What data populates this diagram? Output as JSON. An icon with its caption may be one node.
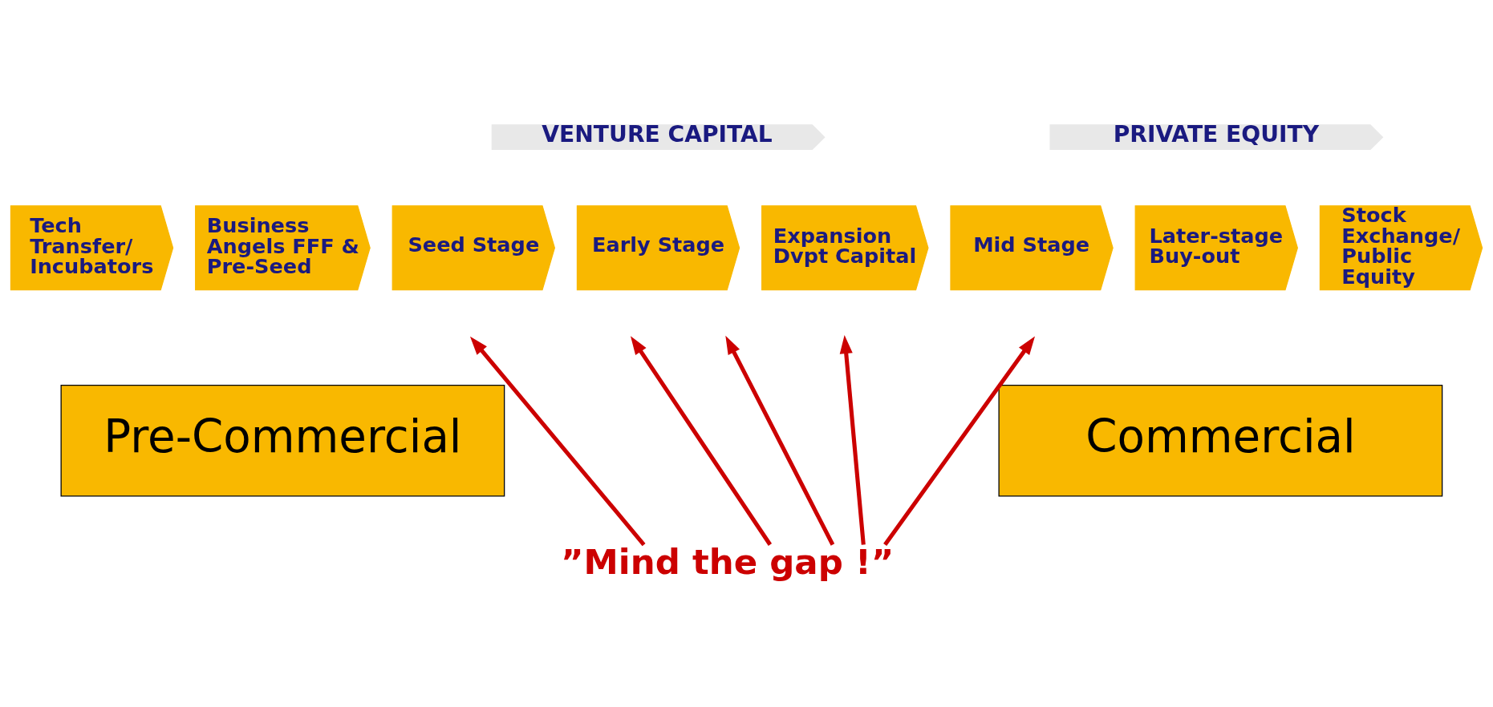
{
  "diagram": {
    "nodes": [
      {
        "text": [
          "Tech Transfer/ Incubators"
        ]
      },
      {
        "text": [
          "Business Angels FFF & Pre-Seed"
        ]
      },
      {
        "text": [
          "Seed Stage"
        ]
      },
      {
        "text": [
          "Early Stage"
        ]
      },
      {
        "text": [
          "Expansion Dvpt Capital"
        ]
      },
      {
        "text": [
          "Mid Stage"
        ]
      },
      {
        "text": [
          "Later-stage Buy-out"
        ]
      },
      {
        "text": [
          "Stock Exchange/ Public Equity"
        ]
      },
      {
        "text": [
          "VENTURE CAPITAL"
        ]
      },
      {
        "text": [
          "PRIVATE EQUITY"
        ]
      },
      {
        "text": [
          "Pre-Commercial"
        ]
      },
      {
        "text": [
          "Commercial"
        ]
      },
      {
        "text": [
          "”Mind the gap !”"
        ]
      }
    ],
    "edges": [
      {
        "from": 12,
        "to": null,
        "arrow": "to"
      },
      {
        "from": 12,
        "to": null,
        "arrow": "to"
      },
      {
        "from": 12,
        "to": null,
        "arrow": "to"
      },
      {
        "from": 12,
        "to": null,
        "arrow": "to"
      },
      {
        "from": 12,
        "to": null,
        "arrow": "to"
      }
    ]
  }
}
